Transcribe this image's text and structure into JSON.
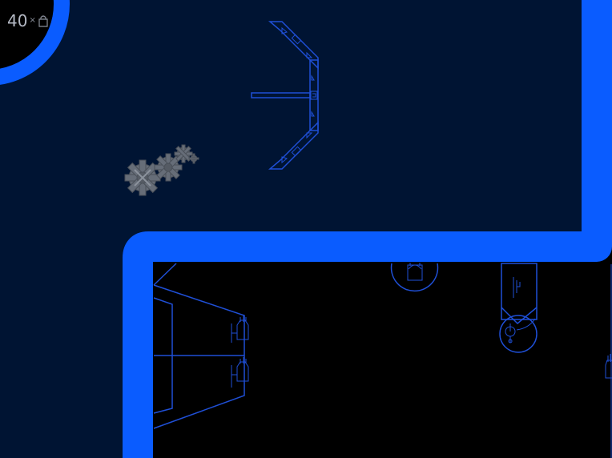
{
  "colors": {
    "background": "#000000",
    "room_fill": "#001433",
    "wall": "#0a5cff",
    "outline": "#1f4fd6",
    "gear": "#6f7680"
  },
  "hud": {
    "counter_value": "40",
    "counter_symbol": "×",
    "counter_icon": "bag-icon"
  },
  "entities": [
    {
      "name": "gear-cluster",
      "icon": "gear-icon"
    },
    {
      "name": "arch-gate",
      "icon": "gate-icon"
    },
    {
      "name": "round-pod-top",
      "icon": "pod-icon"
    },
    {
      "name": "pod-with-dish",
      "icon": "dish-icon"
    },
    {
      "name": "dock-station",
      "icon": "dock-icon"
    }
  ]
}
